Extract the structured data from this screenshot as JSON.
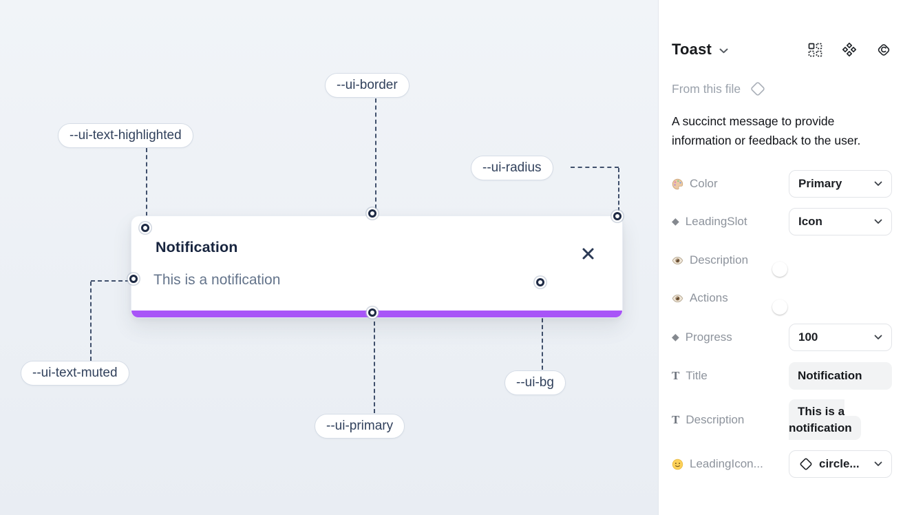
{
  "colors": {
    "primary_purple": "#a855f7",
    "toggle_blue": "#2aa3f8",
    "canvas_background": "#edf1f6",
    "annotation_line": "#3f4f6b"
  },
  "canvas": {
    "toast": {
      "title": "Notification",
      "description": "This is a notification"
    },
    "annotations": {
      "border": "--ui-border",
      "text_highlighted": "--ui-text-highlighted",
      "radius": "--ui-radius",
      "text_muted": "--ui-text-muted",
      "primary": "--ui-primary",
      "bg": "--ui-bg"
    }
  },
  "panel": {
    "title": "Toast",
    "source_label": "From this file",
    "description": "A succinct message to provide information or feedback to the user.",
    "icons": [
      "swap-instance",
      "variants",
      "go-to-main-component"
    ],
    "properties": [
      {
        "icon": "palette",
        "label": "Color",
        "control": "dropdown",
        "value": "Primary"
      },
      {
        "icon": "diamond",
        "label": "LeadingSlot",
        "control": "dropdown",
        "value": "Icon"
      },
      {
        "icon": "eye",
        "label": "Description",
        "control": "toggle",
        "value": "on"
      },
      {
        "icon": "eye",
        "label": "Actions",
        "control": "toggle",
        "value": "on"
      },
      {
        "icon": "diamond",
        "label": "Progress",
        "control": "dropdown",
        "value": "100"
      },
      {
        "icon": "text",
        "label": "Title",
        "control": "field",
        "value": "Notification"
      },
      {
        "icon": "text",
        "label": "Description",
        "control": "field",
        "value": "This is a notification"
      },
      {
        "icon": "smiley",
        "label": "LeadingIcon...",
        "control": "dropdown-with-icon",
        "value": "circle..."
      }
    ]
  }
}
